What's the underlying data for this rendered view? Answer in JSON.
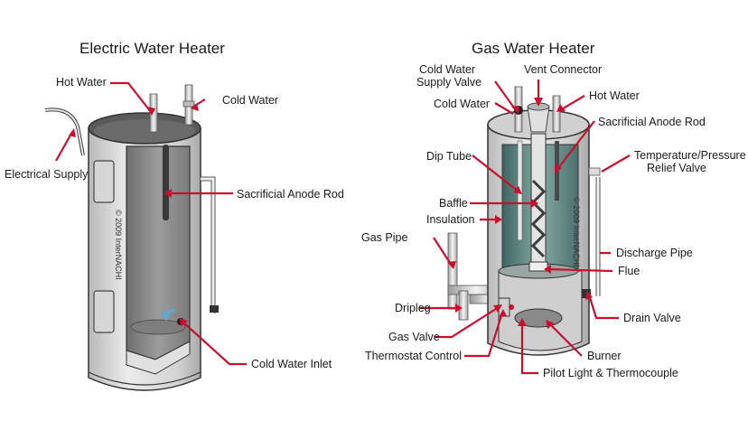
{
  "titles": {
    "electric": "Electric Water Heater",
    "gas": "Gas Water Heater"
  },
  "electric_labels": {
    "hot_water": "Hot Water",
    "cold_water": "Cold Water",
    "electrical_supply": "Electrical Supply",
    "sacrificial_anode_rod": "Sacrificial Anode Rod",
    "cold_water_inlet": "Cold Water Inlet"
  },
  "gas_labels": {
    "cold_water_supply_valve_1": "Cold Water",
    "cold_water_supply_valve_2": "Supply Valve",
    "vent_connector": "Vent Connector",
    "hot_water": "Hot Water",
    "cold_water": "Cold Water",
    "sacrificial_anode_rod": "Sacrificial Anode Rod",
    "dip_tube": "Dip Tube",
    "temp_pressure_1": "Temperature/Pressure",
    "temp_pressure_2": "Relief Valve",
    "baffle": "Baffle",
    "insulation": "Insulation",
    "gas_pipe": "Gas Pipe",
    "discharge_pipe": "Discharge Pipe",
    "flue": "Flue",
    "dripleg": "Dripleg",
    "gas_valve": "Gas Valve",
    "drain_valve": "Drain Valve",
    "thermostat_control": "Thermostat Control",
    "burner": "Burner",
    "pilot_light": "Pilot Light & Thermocouple"
  },
  "watermark": "© 2009 InterNACHI",
  "colors": {
    "leader": "#c8102e",
    "tank_body": "#dcdcdc",
    "tank_top": "#555555",
    "interior": "#8a8a8a",
    "gas_interior": "#5f8a86"
  }
}
